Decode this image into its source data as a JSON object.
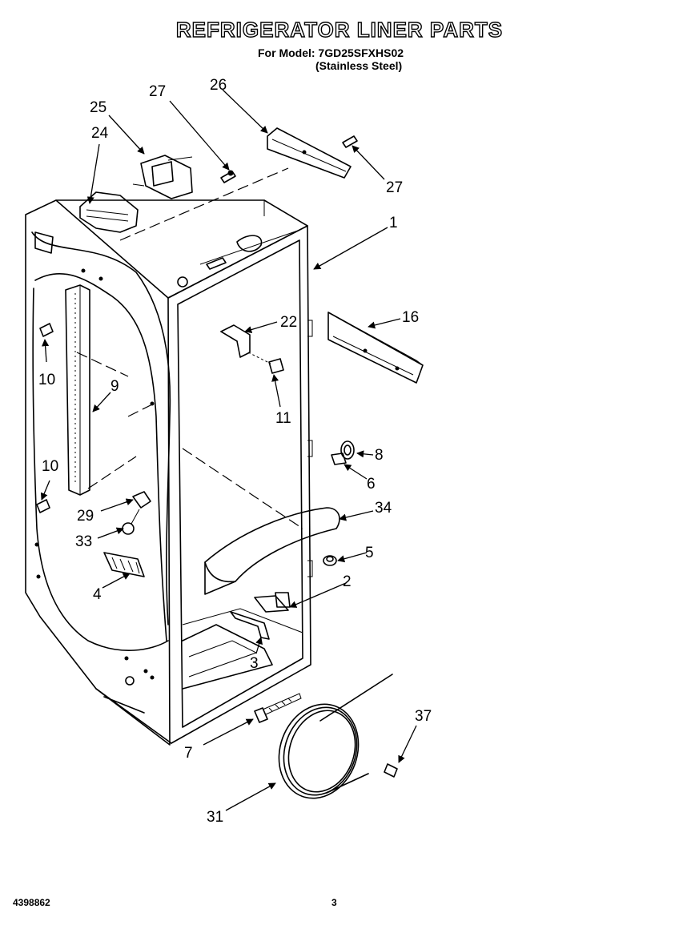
{
  "header": {
    "title": "REFRIGERATOR LINER PARTS",
    "model_line": "For Model: 7GD25SFXHS02",
    "variant_line": "(Stainless Steel)"
  },
  "footer": {
    "document_number": "4398862",
    "page_number": "3"
  },
  "callouts": [
    {
      "id": "c1",
      "label": "1"
    },
    {
      "id": "c2",
      "label": "2"
    },
    {
      "id": "c3",
      "label": "3"
    },
    {
      "id": "c4",
      "label": "4"
    },
    {
      "id": "c5",
      "label": "5"
    },
    {
      "id": "c6",
      "label": "6"
    },
    {
      "id": "c7",
      "label": "7"
    },
    {
      "id": "c8",
      "label": "8"
    },
    {
      "id": "c9",
      "label": "9"
    },
    {
      "id": "c10a",
      "label": "10"
    },
    {
      "id": "c10b",
      "label": "10"
    },
    {
      "id": "c11",
      "label": "11"
    },
    {
      "id": "c16",
      "label": "16"
    },
    {
      "id": "c22",
      "label": "22"
    },
    {
      "id": "c24",
      "label": "24"
    },
    {
      "id": "c25",
      "label": "25"
    },
    {
      "id": "c26",
      "label": "26"
    },
    {
      "id": "c27a",
      "label": "27"
    },
    {
      "id": "c27b",
      "label": "27"
    },
    {
      "id": "c29",
      "label": "29"
    },
    {
      "id": "c31",
      "label": "31"
    },
    {
      "id": "c33",
      "label": "33"
    },
    {
      "id": "c34",
      "label": "34"
    },
    {
      "id": "c37",
      "label": "37"
    }
  ]
}
